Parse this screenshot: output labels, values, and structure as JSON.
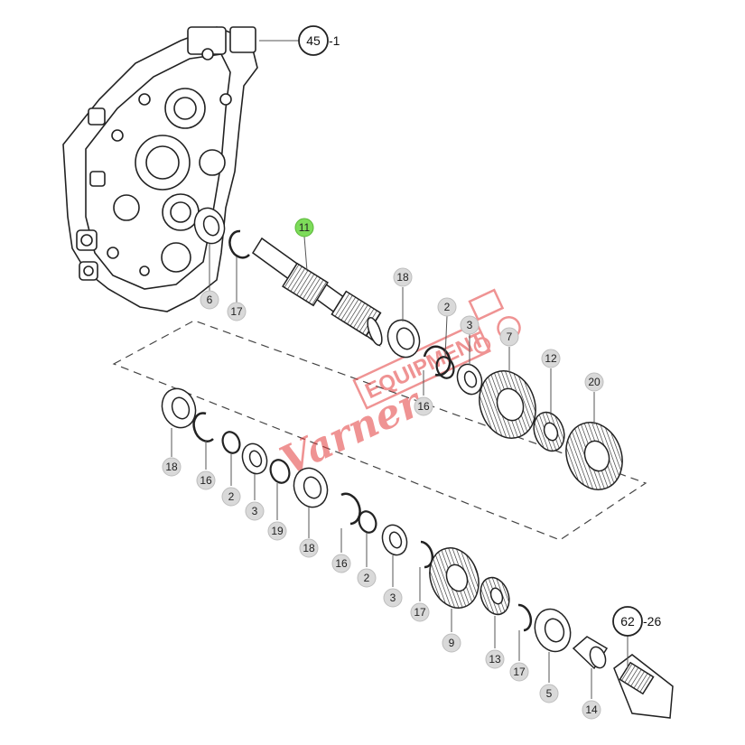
{
  "callouts": {
    "housing": {
      "ref": "45",
      "suffix": "-1"
    },
    "shaft_end": {
      "ref": "62",
      "suffix": "-26"
    }
  },
  "highlight_color": "#7ddc5a",
  "watermark": {
    "text": "Varner",
    "box": "EQUIPMENT",
    "color": "#e23b3b"
  },
  "parts": [
    {
      "id": "p6",
      "label": "6"
    },
    {
      "id": "p17a",
      "label": "17"
    },
    {
      "id": "p11",
      "label": "11",
      "highlighted": true
    },
    {
      "id": "p18a",
      "label": "18"
    },
    {
      "id": "p2a",
      "label": "2"
    },
    {
      "id": "p3a",
      "label": "3"
    },
    {
      "id": "p16a",
      "label": "16"
    },
    {
      "id": "p7",
      "label": "7"
    },
    {
      "id": "p12",
      "label": "12"
    },
    {
      "id": "p20",
      "label": "20"
    },
    {
      "id": "p18b",
      "label": "18"
    },
    {
      "id": "p16b",
      "label": "16"
    },
    {
      "id": "p2b",
      "label": "2"
    },
    {
      "id": "p3b",
      "label": "3"
    },
    {
      "id": "p19",
      "label": "19"
    },
    {
      "id": "p18c",
      "label": "18"
    },
    {
      "id": "p16c",
      "label": "16"
    },
    {
      "id": "p2c",
      "label": "2"
    },
    {
      "id": "p3c",
      "label": "3"
    },
    {
      "id": "p17b",
      "label": "17"
    },
    {
      "id": "p9",
      "label": "9"
    },
    {
      "id": "p13",
      "label": "13"
    },
    {
      "id": "p17c",
      "label": "17"
    },
    {
      "id": "p5",
      "label": "5"
    },
    {
      "id": "p14",
      "label": "14"
    }
  ]
}
